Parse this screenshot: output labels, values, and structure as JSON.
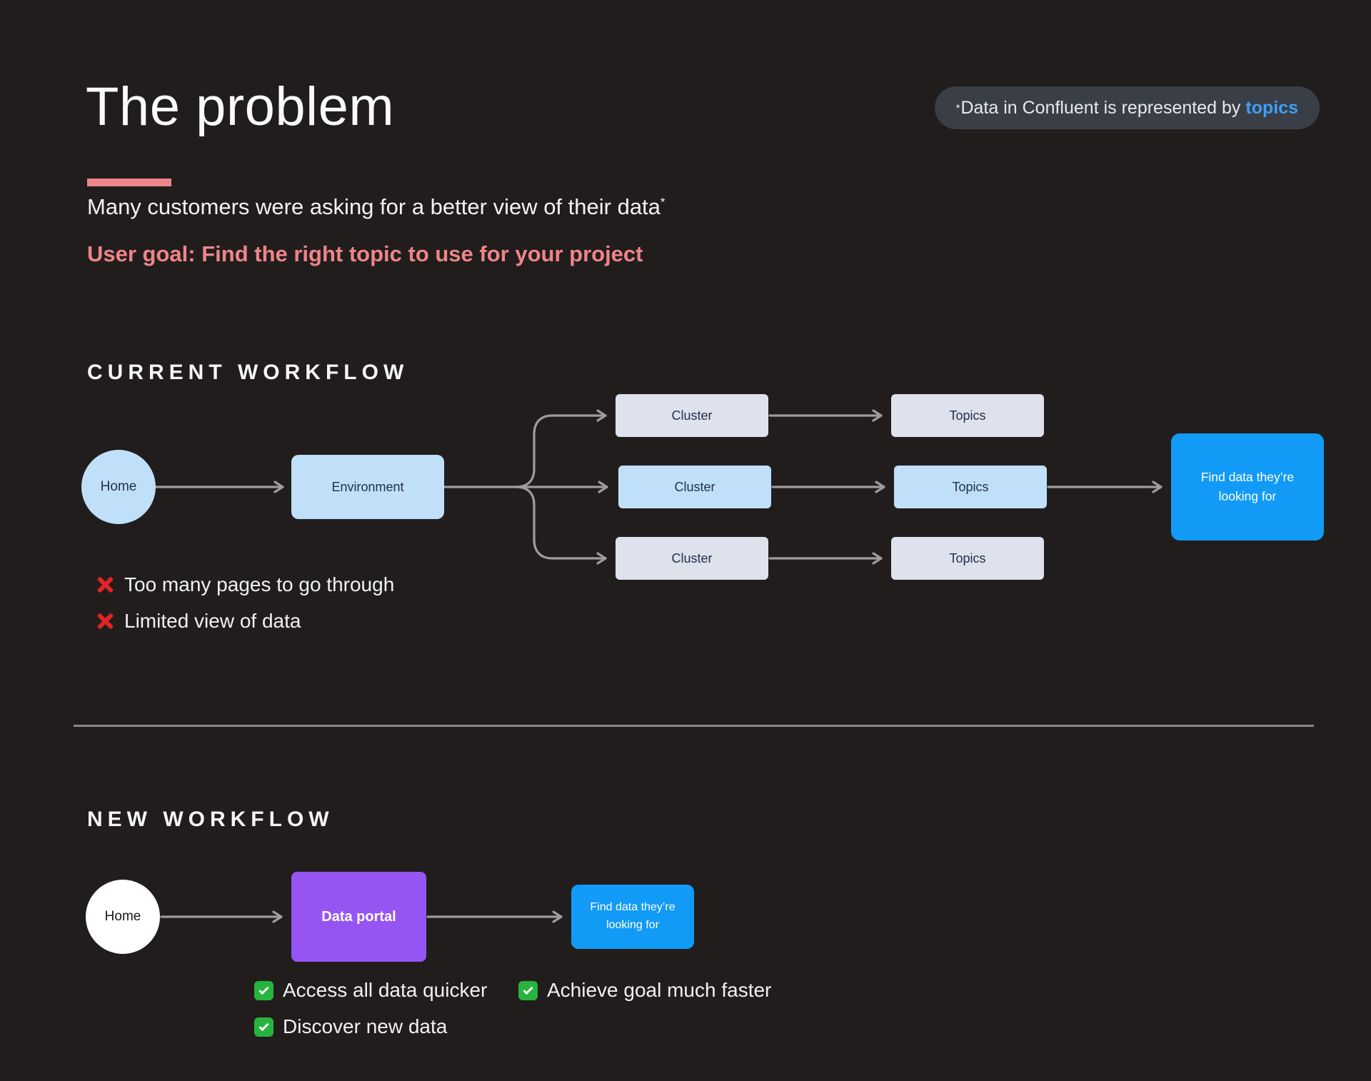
{
  "colors": {
    "background": "#211d1d",
    "salmon": "#ed8589",
    "light_blue": "#bfe0f8",
    "lavender": "#dfe1ec",
    "bright_blue": "#129af7",
    "purple": "#9655f2",
    "arrow_gray": "#9d9d9d",
    "pill_bg": "#3a3e46",
    "link_blue": "#3f9ff8",
    "node_text": "#233049",
    "check_green": "#27b43e",
    "cross_red": "#e02424",
    "divider_gray": "#8a8a8a"
  },
  "header": {
    "title": "The problem",
    "note": {
      "superscript": "*",
      "text": "Data in Confluent is represented by",
      "highlight": "topics"
    }
  },
  "intro": {
    "line1": "Many customers were asking for a better view of their data",
    "superscript": "*",
    "line2": "User goal: Find the right topic to use for your project"
  },
  "current_workflow": {
    "heading": "CURRENT WORKFLOW",
    "home": "Home",
    "environment": "Environment",
    "rows": [
      {
        "cluster": "Cluster",
        "topics": "Topics"
      },
      {
        "cluster": "Cluster",
        "topics": "Topics"
      },
      {
        "cluster": "Cluster",
        "topics": "Topics"
      }
    ],
    "goal": {
      "line1": "Find data they’re",
      "line2": "looking for"
    },
    "issues": [
      "Too many pages to go through",
      "Limited view of data"
    ]
  },
  "new_workflow": {
    "heading": "NEW WORKFLOW",
    "home": "Home",
    "portal": "Data portal",
    "goal": {
      "line1": "Find data they’re",
      "line2": "looking for"
    },
    "benefits_left": [
      "Access all data quicker",
      "Discover new data"
    ],
    "benefits_right": [
      "Achieve goal much faster"
    ]
  }
}
